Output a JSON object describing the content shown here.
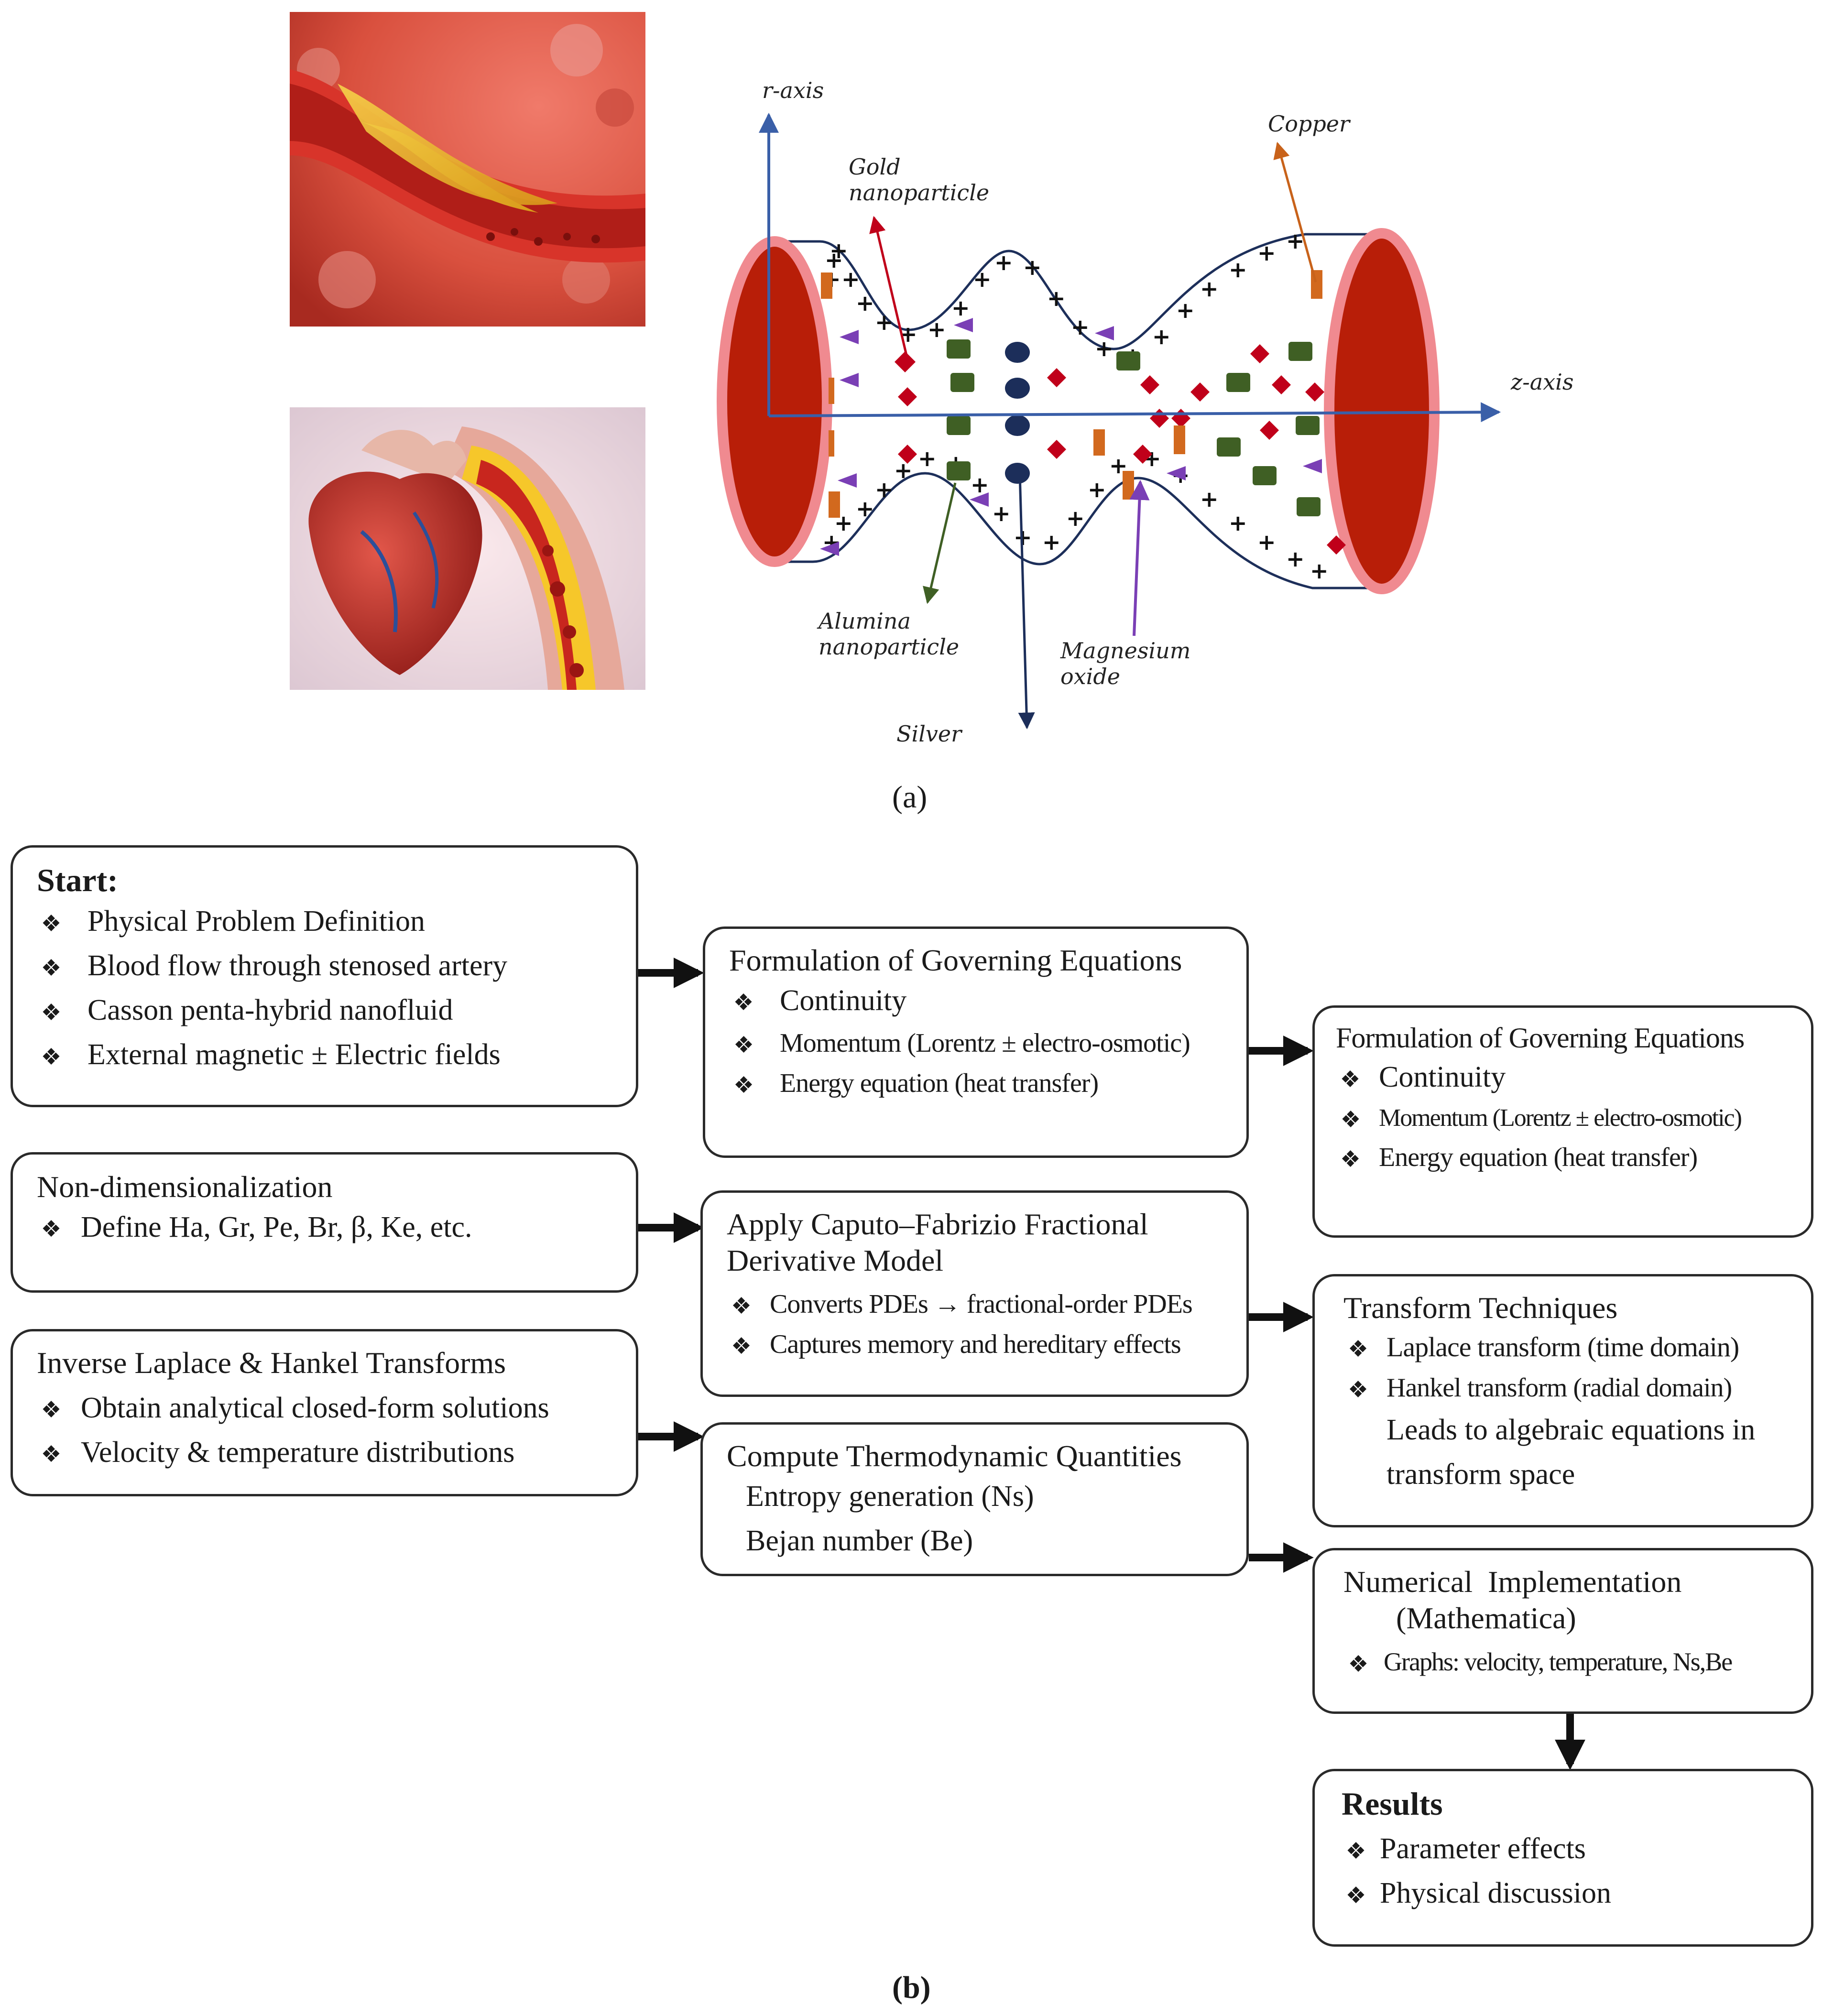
{
  "panel_a": {
    "caption": "(a)",
    "axis_labels": {
      "r_axis": "r-axis",
      "z_axis": "z-axis"
    },
    "particle_labels": {
      "gold": "Gold nanoparticle",
      "copper": "Copper",
      "alumina": "Alumina nanoparticle",
      "magnesium": "Magnesium oxide",
      "silver": "Silver"
    },
    "colors": {
      "gold_particle": "#c0001a",
      "copper_particle": "#d2691e",
      "alumina_particle": "#3f5f24",
      "silver_particle": "#1c2e5a",
      "magnesium_particle": "#7a3fb5",
      "axis": "#3a5fa8",
      "artery_wall": "#b81e08"
    },
    "images": {
      "top": "artery-plaque-illustration",
      "bottom": "heart-and-blocked-artery-illustration"
    }
  },
  "panel_b": {
    "caption": "(b)",
    "boxes": {
      "start": {
        "title": "Start:",
        "items": [
          "Physical Problem Definition",
          "Blood flow through stenosed artery",
          "Casson penta-hybrid nanofluid",
          "External magnetic ± Electric fields"
        ]
      },
      "governing1": {
        "title": "Formulation of Governing Equations",
        "items": [
          "Continuity",
          "Momentum (Lorentz ± electro-osmotic)",
          "Energy equation (heat transfer)"
        ]
      },
      "governing2": {
        "title": "Formulation of Governing Equations",
        "items": [
          "Continuity",
          "Momentum (Lorentz ± electro-osmotic)",
          "Energy equation (heat transfer)"
        ]
      },
      "nondim": {
        "title": "Non-dimensionalization",
        "items": [
          "Define Ha, Gr, Pe, Br, β, Ke, etc."
        ]
      },
      "caputo": {
        "title_line1": "Apply Caputo–Fabrizio Fractional",
        "title_line2": "Derivative Model",
        "items": [
          "Converts PDEs → fractional-order PDEs",
          "Captures memory and hereditary effects"
        ]
      },
      "transform": {
        "title": "Transform Techniques",
        "items": [
          "Laplace transform (time domain)",
          "Hankel transform (radial domain)"
        ],
        "note_line1": "Leads to algebraic equations in",
        "note_line2": "transform space"
      },
      "inverse": {
        "title": "Inverse Laplace & Hankel Transforms",
        "items": [
          "Obtain analytical closed-form solutions",
          "Velocity & temperature distributions"
        ]
      },
      "thermo": {
        "title": "Compute Thermodynamic Quantities",
        "lines": [
          "Entropy generation (Ns)",
          "Bejan number (Be)"
        ]
      },
      "numerical": {
        "title_line1": "Numerical  Implementation",
        "title_line2": "(Mathematica)",
        "items": [
          "Graphs: velocity, temperature, Ns,Be"
        ]
      },
      "results": {
        "title": "Results",
        "items": [
          "Parameter effects",
          "Physical discussion"
        ]
      }
    }
  }
}
